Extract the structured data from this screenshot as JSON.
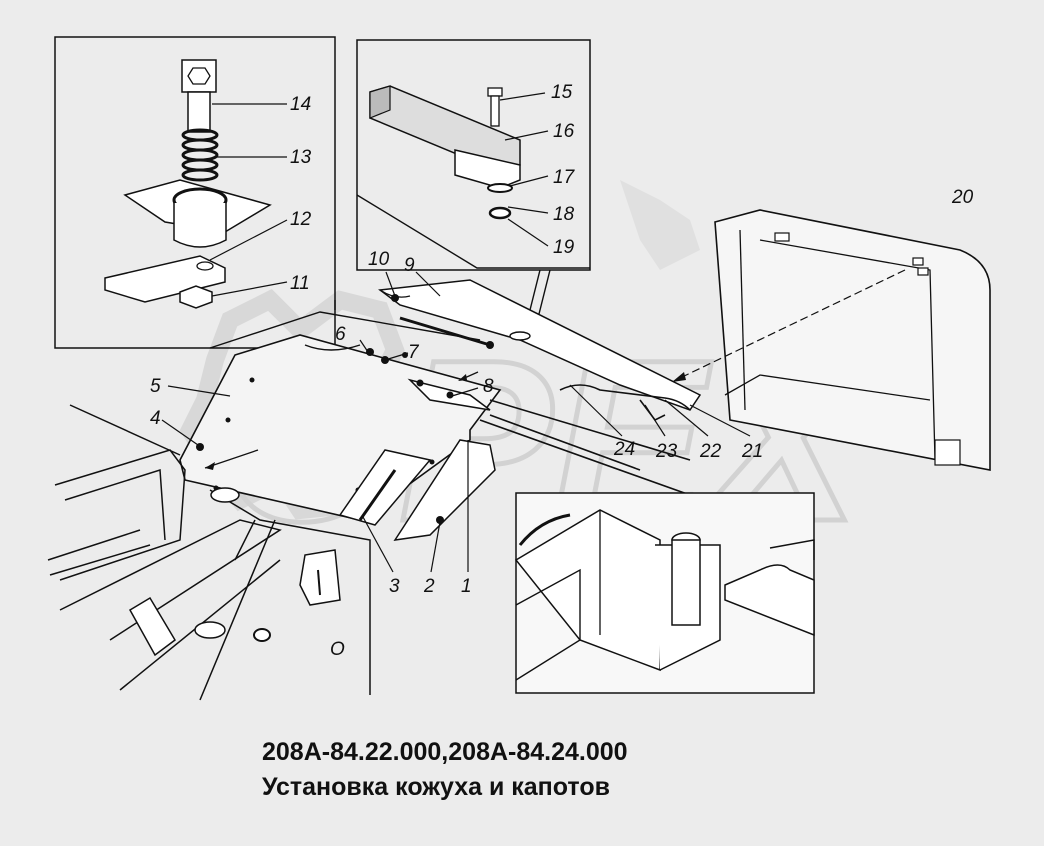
{
  "caption": {
    "line1": "208А-84.22.000,208А-84.24.000",
    "line2": "Установка кожуха и капотов"
  },
  "watermark": "ОРЕХ",
  "callouts": [
    "1",
    "2",
    "3",
    "4",
    "5",
    "6",
    "7",
    "8",
    "9",
    "10",
    "11",
    "12",
    "13",
    "14",
    "15",
    "16",
    "17",
    "18",
    "19",
    "20",
    "21",
    "22",
    "23",
    "24"
  ],
  "part_marking": "О",
  "colors": {
    "background": "#ececec",
    "ink": "#111111",
    "watermark": "#d4d4d4"
  }
}
